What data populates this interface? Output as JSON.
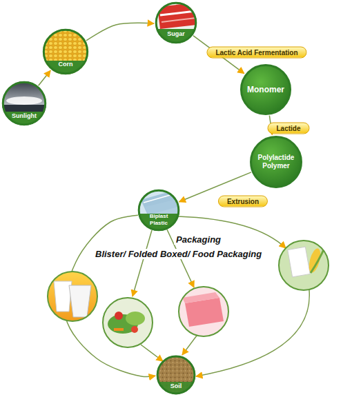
{
  "diagram": {
    "nodes": [
      {
        "text": [
          "Sunlight"
        ]
      },
      {
        "text": [
          "Corn"
        ]
      },
      {
        "text": [
          "Sugar"
        ]
      },
      {
        "text": [
          "Monomer"
        ]
      },
      {
        "text": [
          "Polylactide Polymer"
        ]
      },
      {
        "text": [
          "Biplast Plastic"
        ]
      },
      {
        "text": [
          "Soil"
        ]
      }
    ],
    "edges": [
      {
        "from": 0,
        "to": 1,
        "arrow": "to"
      },
      {
        "from": 1,
        "to": 2,
        "arrow": "to"
      },
      {
        "from": 2,
        "to": 3,
        "label": "Lactic Acid Fermentation",
        "arrow": "to"
      },
      {
        "from": 3,
        "to": 4,
        "label": "Lactide",
        "arrow": "to"
      },
      {
        "from": 4,
        "to": 5,
        "label": "Extrusion",
        "arrow": "to"
      },
      {
        "from": 5,
        "to": 6,
        "arrow": "to"
      }
    ],
    "labels": [
      "Packaging",
      "Blister/ Folded Boxed/ Food Packaging"
    ]
  }
}
